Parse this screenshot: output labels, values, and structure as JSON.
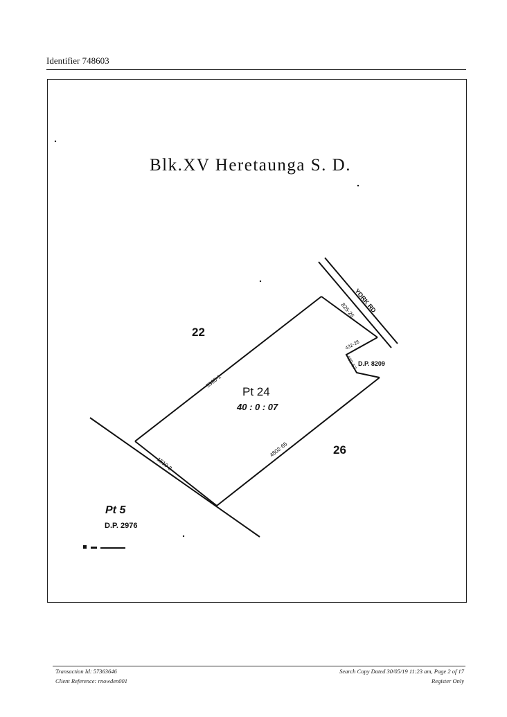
{
  "header": {
    "identifier": "Identifier 748603"
  },
  "plan": {
    "title": "Blk.XV Heretaunga S. D.",
    "road_label": "YORK RD",
    "lot_main": "Pt 24",
    "area": "40 : 0 : 07",
    "lot_left": "22",
    "lot_right": "26",
    "lot_bottom": "Pt 5",
    "dp_bottom": "D.P. 2976",
    "dp_side": "D.P. 8209",
    "dim_top": "5360·1",
    "dim_bottom": "4802·65",
    "dim_left_end": "1510·8",
    "dim_road": "825·26",
    "dim_side_a": "432·28",
    "dim_side_b": "432·57"
  },
  "footer": {
    "transaction": "Transaction Id: 57363646",
    "client_reference": "Client Reference: rnowden001",
    "search_copy": "Search Copy Dated 30/05/19 11:23 am, Page 2 of 17",
    "register": "Register Only"
  }
}
